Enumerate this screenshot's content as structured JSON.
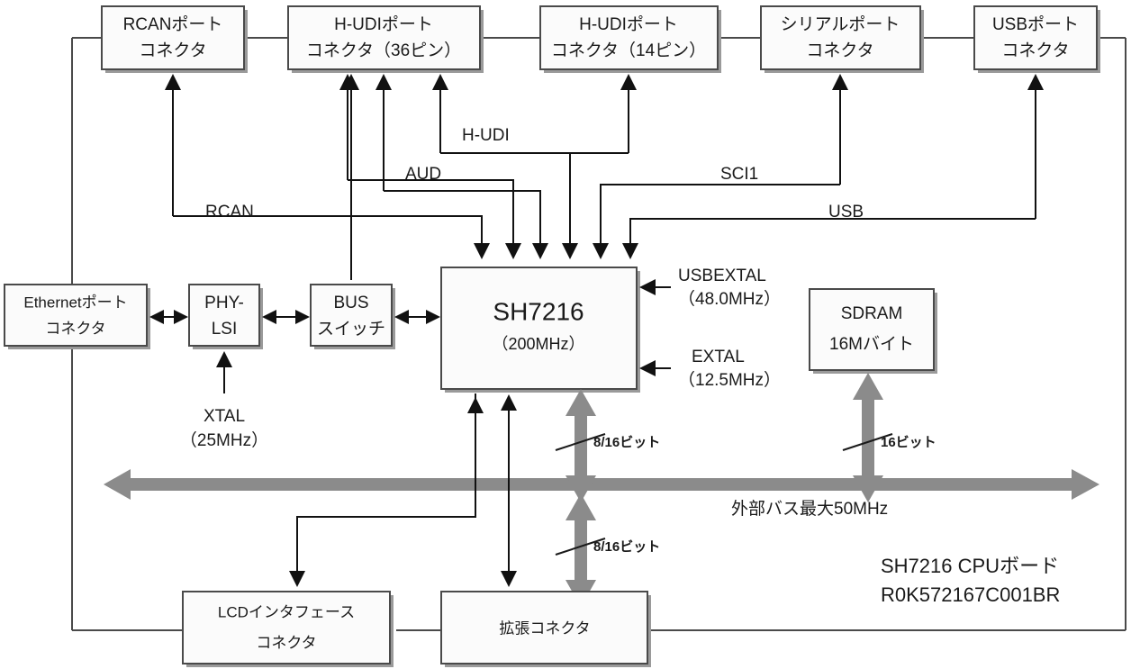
{
  "diagram": {
    "title_lines": [
      "SH7216 CPUボード",
      "R0K572167C001BR"
    ],
    "bus_label": "外部バス最大50MHz"
  },
  "top_connectors": [
    {
      "id": "rcan-port",
      "line1": "RCANポート",
      "line2": "コネクタ"
    },
    {
      "id": "hudi-36",
      "line1": "H-UDIポート",
      "line2": "コネクタ（36ピン）"
    },
    {
      "id": "hudi-14",
      "line1": "H-UDIポート",
      "line2": "コネクタ（14ピン）"
    },
    {
      "id": "serial-port",
      "line1": "シリアルポート",
      "line2": "コネクタ"
    },
    {
      "id": "usb-port",
      "line1": "USBポート",
      "line2": "コネクタ"
    }
  ],
  "signals": {
    "hudi": "H-UDI",
    "aud": "AUD",
    "rcan": "RCAN",
    "sci1": "SCI1",
    "usb": "USB"
  },
  "left_blocks": {
    "ethernet": {
      "line1": "Ethernetポート",
      "line2": "コネクタ"
    },
    "phy": {
      "line1": "PHY-",
      "line2": "LSI"
    },
    "busswitch": {
      "line1": "BUS",
      "line2": "スイッチ"
    },
    "xtal": {
      "line1": "XTAL",
      "line2": "（25MHz）"
    }
  },
  "cpu": {
    "name": "SH7216",
    "speed": "（200MHz）"
  },
  "clocks": {
    "usbextal": {
      "line1": "USBEXTAL",
      "line2": "（48.0MHz）"
    },
    "extal": {
      "line1": "EXTAL",
      "line2": "（12.5MHz）"
    }
  },
  "memory": {
    "sdram": {
      "line1": "SDRAM",
      "line2": "16Mバイト"
    }
  },
  "bit_widths": {
    "cpu_upper": "8/16ビット",
    "cpu_lower": "8/16ビット",
    "sdram": "16ビット"
  },
  "bottom_blocks": {
    "lcd": {
      "line1": "LCDインタフェース",
      "line2": "コネクタ"
    },
    "expansion": {
      "line1": "拡張コネクタ",
      "line2": ""
    }
  },
  "colors": {
    "box_stroke": "#4a4a4a",
    "box_fill": "#fbfbfb",
    "wire": "#4a4a4a",
    "bus_arrow": "#8b8b8b",
    "text": "#1a1a1a"
  }
}
